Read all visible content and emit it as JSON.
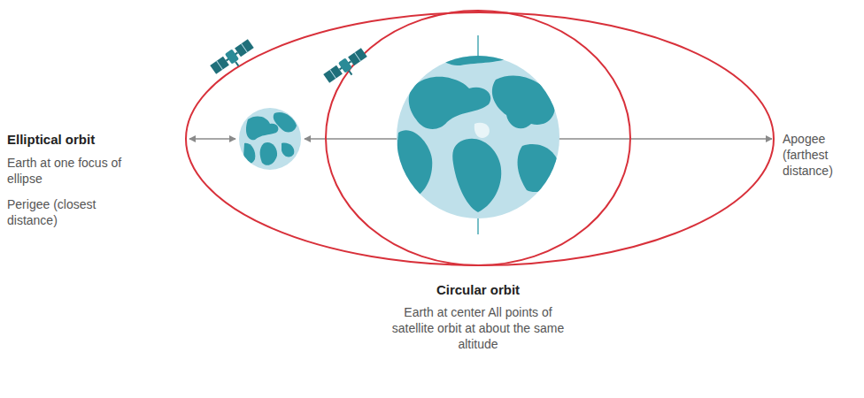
{
  "diagram": {
    "labels": [
      "Elliptical orbit",
      "Earth at one focus of ellipse",
      "Perigee (closest distance)",
      "Apogee (farthest distance)",
      "Circular orbit",
      "Earth at center All points of satellite orbit at about the same altitude"
    ]
  }
}
